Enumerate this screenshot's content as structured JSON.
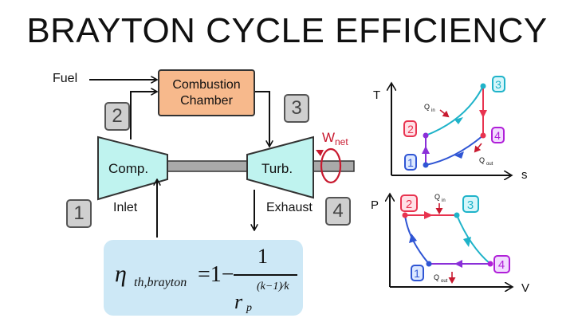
{
  "title": "BRAYTON CYCLE EFFICIENCY",
  "cycle": {
    "fuel_label": "Fuel",
    "chamber_line1": "Combustion",
    "chamber_line2": "Chamber",
    "compressor_label": "Comp.",
    "turbine_label": "Turb.",
    "inlet_label": "Inlet",
    "exhaust_label": "Exhaust",
    "work_symbol": "W",
    "work_sub": "net",
    "state_numbers": [
      "1",
      "2",
      "3",
      "4"
    ]
  },
  "formula": {
    "eta": "η",
    "eta_subscript": "th,brayton",
    "equals": "=1−",
    "numerator": "1",
    "base": "r",
    "base_subscript": "p",
    "exponent": "(k−1)⁄k"
  },
  "ts_diagram": {
    "x_axis": "s",
    "y_axis": "T",
    "q_in": "Q",
    "q_in_sub": "in",
    "q_out": "Q",
    "q_out_sub": "out",
    "points": [
      "1",
      "2",
      "3",
      "4"
    ]
  },
  "pv_diagram": {
    "x_axis": "V",
    "y_axis": "P",
    "q_in": "Q",
    "q_in_sub": "in",
    "q_out": "Q",
    "q_out_sub": "out",
    "points": [
      "1",
      "2",
      "3",
      "4"
    ]
  },
  "colors": {
    "compressor_fill": "#bff3ef",
    "chamber_fill": "#f7b98c",
    "formula_bg": "#cde8f6",
    "state1": "#2f55d4",
    "state2": "#e8334f",
    "state3": "#1fb3c9",
    "state4": "#b01fd8",
    "heat_arrow": "#c8192f"
  }
}
